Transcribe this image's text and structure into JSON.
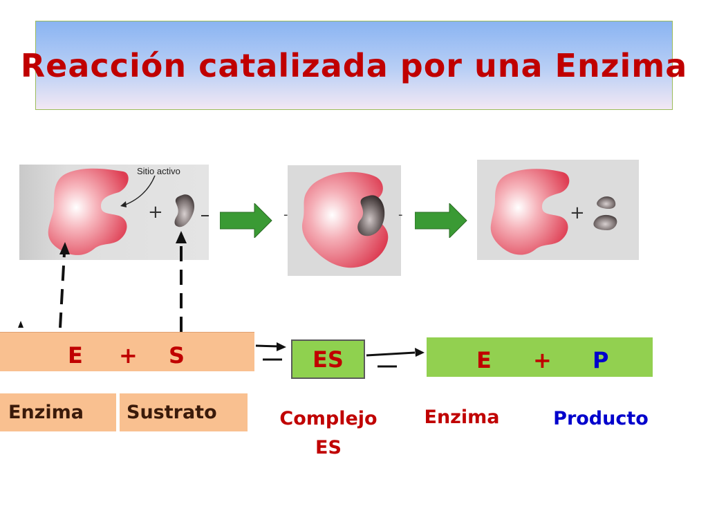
{
  "title": "Reacción catalizada por una Enzima",
  "illustration": {
    "active_site_label": "Sitio activo",
    "plus_sign": "+"
  },
  "equation": {
    "enzyme_symbol": "E",
    "plus_sign": "+",
    "substrate_symbol": "S",
    "complex_symbol": "ES",
    "product_enzyme_symbol": "E",
    "product_symbol": "P"
  },
  "labels": {
    "enzyme": "Enzima",
    "substrate": "Sustrato",
    "complex_line1": "Complejo",
    "complex_line2": "ES",
    "enzyme_free": "Enzima",
    "product": "Producto"
  },
  "colors": {
    "title_text": "#c00000",
    "enzyme_red": "#e0485a",
    "substrate_gray": "#6a6060",
    "arrow_green": "#3a9a34",
    "substrate_box": "#f9c090",
    "product_box": "#92d050",
    "product_text": "#0000cc"
  }
}
